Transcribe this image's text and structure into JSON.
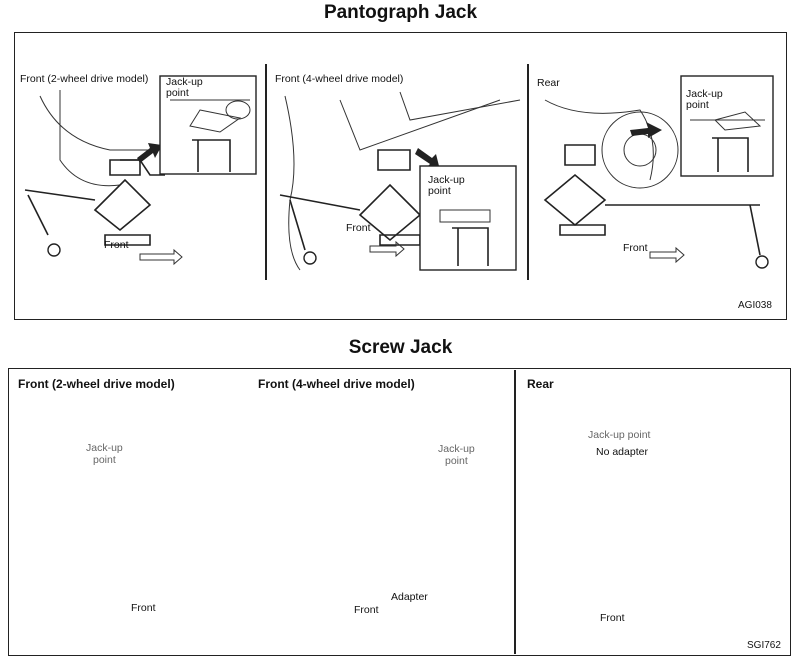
{
  "pantograph": {
    "title": "Pantograph Jack",
    "code": "AGI038",
    "panels": [
      {
        "model": "Front (2-wheel drive model)",
        "jackup": [
          "Jack-up",
          "point"
        ],
        "front": "Front"
      },
      {
        "model": "Front (4-wheel drive model)",
        "jackup": [
          "Jack-up",
          "point"
        ],
        "front": "Front"
      },
      {
        "model": "Rear",
        "jackup": [
          "Jack-up",
          "point"
        ],
        "front": "Front"
      }
    ]
  },
  "screw": {
    "title": "Screw Jack",
    "code": "SGI762",
    "panels": [
      {
        "model": "Front (2-wheel drive model)",
        "jackup": [
          "Jack-up",
          "point"
        ],
        "front": "Front"
      },
      {
        "model": "Front (4-wheel drive model)",
        "jackup": [
          "Jack-up",
          "point"
        ],
        "front": "Front",
        "adapter": "Adapter"
      },
      {
        "model": "Rear",
        "jackup": "Jack-up point",
        "no_adapter": "No adapter",
        "front": "Front"
      }
    ]
  }
}
